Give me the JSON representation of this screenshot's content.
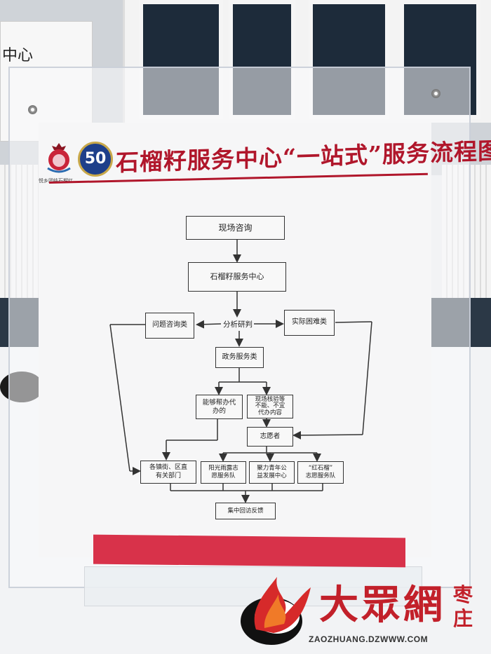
{
  "scene": {
    "background_sign_fragment": "中心"
  },
  "poster": {
    "title": "石榴籽服务中心“一站式”服务流程图",
    "logo_left_caption": "悦乡团结石榴红",
    "logo_right_mark": "50",
    "accent_color": "#b0162b"
  },
  "flowchart": {
    "onsite_consult": "现场咨询",
    "center": "石榴籽服务中心",
    "analysis": "分析研判",
    "question_consult": "问题咨询类",
    "practical_difficulty": "实际困难类",
    "government_service": "政务服务类",
    "can_handle_line1": "能够帮办代",
    "can_handle_line2": "办的",
    "onsite_check_line1": "现场核验等",
    "onsite_check_line2": "不能、不宜",
    "onsite_check_line3": "代办内容",
    "volunteer": "志愿者",
    "dept_line1": "各镇街、区直",
    "dept_line2": "有关部门",
    "sunshine_line1": "阳光雨露志",
    "sunshine_line2": "愿服务队",
    "youth_line1": "聚力青年公",
    "youth_line2": "益发展中心",
    "red_pomegranate_line1": "“红石榴”",
    "red_pomegranate_line2": "志愿服务队",
    "feedback": "集中回访反馈"
  },
  "watermark": {
    "brand": "大眾網",
    "city": "枣庄",
    "url": "ZAOZHUANG.DZWWW.COM",
    "brand_color": "#c2202a"
  }
}
